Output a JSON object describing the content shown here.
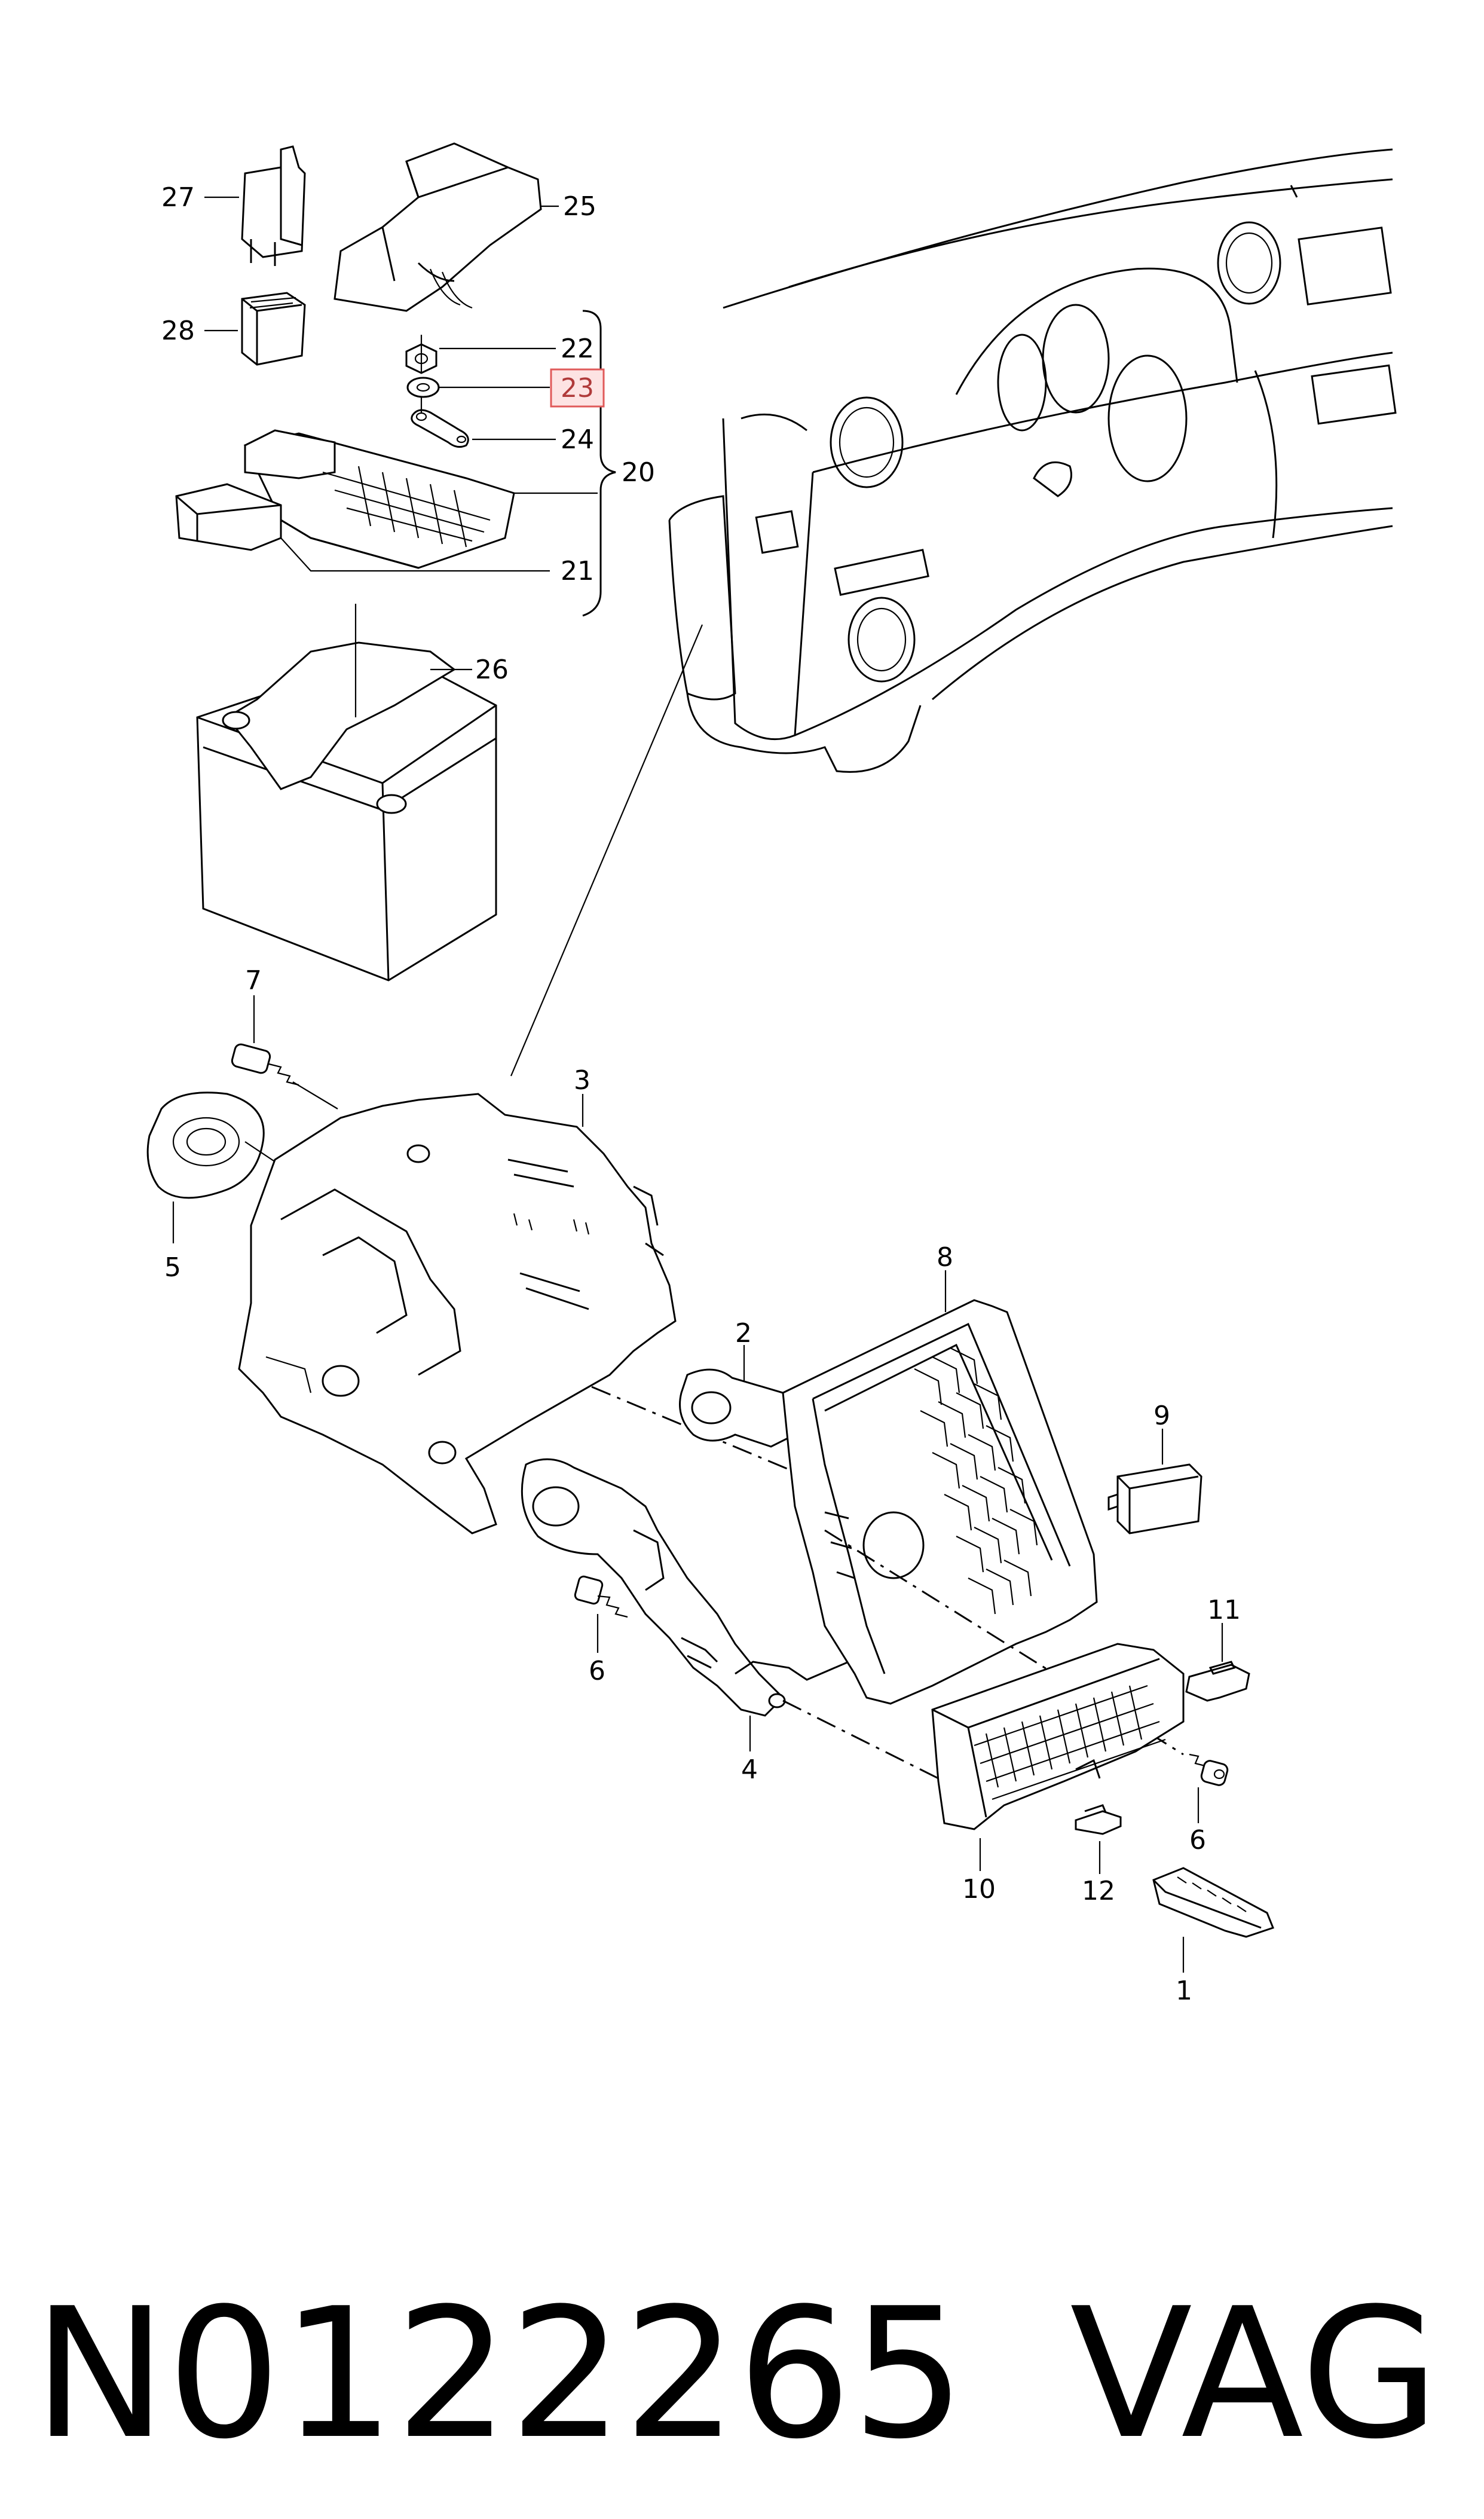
{
  "callouts": {
    "c1": "1",
    "c2": "2",
    "c3": "3",
    "c4": "4",
    "c5": "5",
    "c6a": "6",
    "c6b": "6",
    "c7": "7",
    "c8": "8",
    "c9": "9",
    "c10": "10",
    "c11": "11",
    "c12": "12",
    "c20": "20",
    "c21": "21",
    "c22": "22",
    "c23": "23",
    "c24": "24",
    "c25": "25",
    "c26": "26",
    "c27": "27",
    "c28": "28"
  },
  "highlight": {
    "callout": "23",
    "color": "#e05a5a",
    "fill": "#fde3e3"
  },
  "footer": {
    "part_number": "N0122265",
    "brand": "VAG"
  }
}
